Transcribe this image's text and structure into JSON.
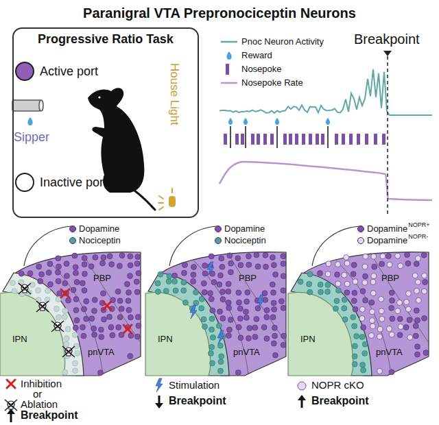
{
  "diagram": {
    "title": "Paranigral VTA Prepronociceptin Neurons",
    "nodes": [
      {
        "text": [
          "Progressive Ratio Task"
        ]
      }
    ],
    "labels": [
      "Active port",
      "Sipper",
      "House Light",
      "Inactive port",
      "Breakpoint",
      "PBP",
      "pnVTA",
      "IPN",
      "Inhibition",
      "or",
      "Ablation",
      "Breakpoint",
      "PBP",
      "pnVTA",
      "IPN",
      "Stimulation",
      "Breakpoint",
      "PBP",
      "pnVTA",
      "IPN",
      "NOPR cKO",
      "Breakpoint",
      "NOPR+",
      "NOPR-"
    ],
    "legend": [
      {
        "text": "Pnoc Neuron Activity"
      },
      {
        "text": "Reward"
      },
      {
        "text": "Nosepoke",
        "color": "#7d4fa6"
      },
      {
        "text": "Nosepoke Rate"
      },
      {
        "text": "Dopamine",
        "color": "#7d52a8"
      },
      {
        "text": "Nociceptin",
        "color": "#4fa39a"
      },
      {
        "text": "Dopamine",
        "color": "#7d52a8"
      },
      {
        "text": "Nociceptin",
        "color": "#4fa39a"
      },
      {
        "text": "Dopamine",
        "color": "#7d52a8"
      },
      {
        "text": "Dopamine",
        "color": "#e6d8f1"
      }
    ]
  }
}
